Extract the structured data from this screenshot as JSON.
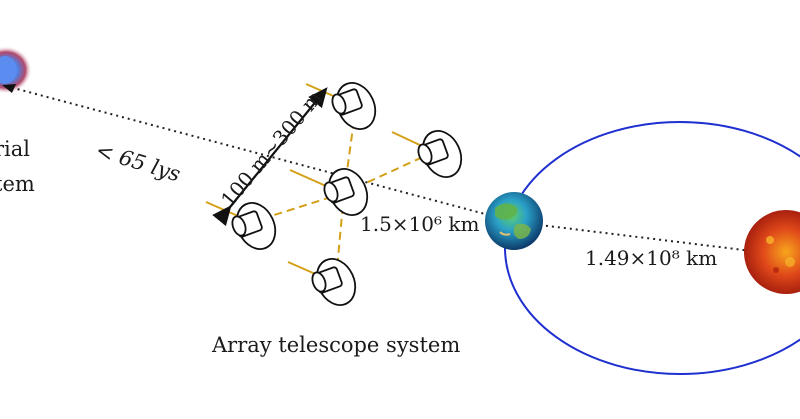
{
  "labels": {
    "target_distance": "< 65 lys",
    "baseline_range": "100 m~300 m",
    "l2_distance": "1.5×10⁶ km",
    "earth_sun_distance": "1.49×10⁸ km",
    "array_caption": "Array telescope system",
    "target_system_line1": "rial",
    "target_system_line2": "tem"
  },
  "colors": {
    "orbit": "#1f2fd0",
    "dashed_link": "#d4a017",
    "telescope_stroke": "#111111",
    "sun": "#e04a10",
    "earth_ocean": "#2a8fd0",
    "earth_land": "#4aa84a",
    "star_glow": "#4a7fe8"
  }
}
